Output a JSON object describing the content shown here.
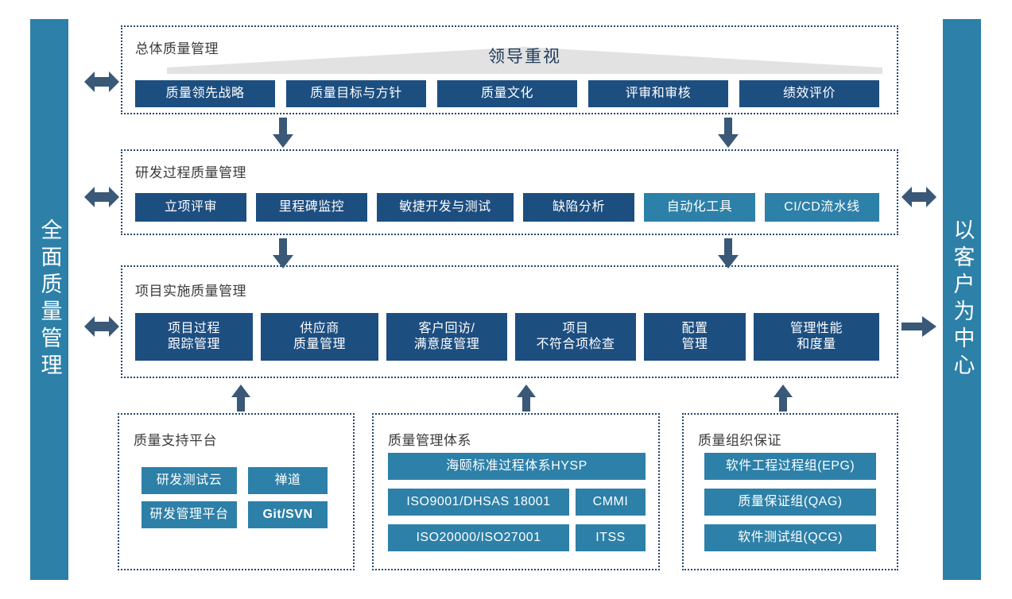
{
  "left_bar": {
    "label": "全面质量管理"
  },
  "right_bar": {
    "label": "以客户为中心"
  },
  "banner": {
    "label": "领导重视"
  },
  "rows": [
    {
      "title": "总体质量管理",
      "chips": [
        {
          "label": "质量领先战略",
          "color": "navy"
        },
        {
          "label": "质量目标与方针",
          "color": "navy"
        },
        {
          "label": "质量文化",
          "color": "navy"
        },
        {
          "label": "评审和审核",
          "color": "navy"
        },
        {
          "label": "绩效评价",
          "color": "navy"
        }
      ]
    },
    {
      "title": "研发过程质量管理",
      "chips": [
        {
          "label": "立项评审",
          "color": "navy"
        },
        {
          "label": "里程碑监控",
          "color": "navy"
        },
        {
          "label": "敏捷开发与测试",
          "color": "navy"
        },
        {
          "label": "缺陷分析",
          "color": "navy"
        },
        {
          "label": "自动化工具",
          "color": "teal"
        },
        {
          "label": "CI/CD流水线",
          "color": "teal"
        }
      ]
    },
    {
      "title": "项目实施质量管理",
      "chips": [
        {
          "label": "项目过程\n跟踪管理",
          "color": "navy"
        },
        {
          "label": "供应商\n质量管理",
          "color": "navy"
        },
        {
          "label": "客户回访/\n满意度管理",
          "color": "navy"
        },
        {
          "label": "项目\n不符合项检查",
          "color": "navy"
        },
        {
          "label": "配置\n管理",
          "color": "navy"
        },
        {
          "label": "管理性能\n和度量",
          "color": "navy"
        }
      ]
    }
  ],
  "bottom": [
    {
      "title": "质量支持平台",
      "chips": [
        {
          "label": "研发测试云",
          "color": "teal",
          "bold": false
        },
        {
          "label": "禅道",
          "color": "teal",
          "bold": false
        },
        {
          "label": "研发管理平台",
          "color": "teal",
          "bold": false
        },
        {
          "label": "Git/SVN",
          "color": "teal",
          "bold": true
        }
      ]
    },
    {
      "title": "质量管理体系",
      "chips": [
        {
          "label": "海颐标准过程体系HYSP",
          "color": "teal",
          "bold": false
        },
        {
          "label": "ISO9001/DHSAS 18001",
          "color": "teal",
          "bold": false
        },
        {
          "label": "CMMI",
          "color": "teal",
          "bold": false
        },
        {
          "label": "ISO20000/ISO27001",
          "color": "teal",
          "bold": false
        },
        {
          "label": "ITSS",
          "color": "teal",
          "bold": false
        }
      ]
    },
    {
      "title": "质量组织保证",
      "chips": [
        {
          "label": "软件工程过程组(EPG)",
          "color": "teal",
          "bold": false
        },
        {
          "label": "质量保证组(QAG)",
          "color": "teal",
          "bold": false
        },
        {
          "label": "软件测试组(QCG)",
          "color": "teal",
          "bold": false
        }
      ]
    }
  ],
  "colors": {
    "navy": "#1d4e80",
    "teal": "#2d80a8",
    "arrow": "#3a5877",
    "banner_gray": "#e2e2e2",
    "panel_border": "#22486e"
  }
}
